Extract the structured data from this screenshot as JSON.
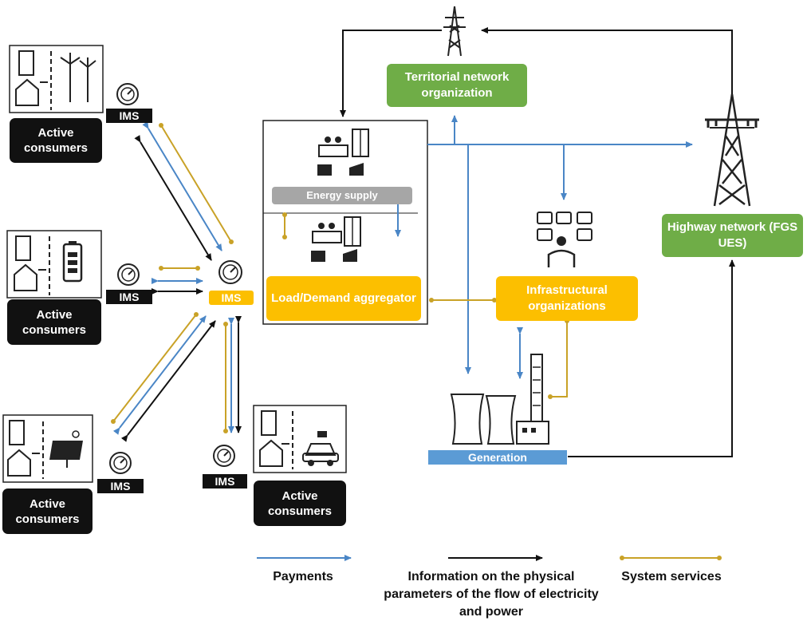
{
  "consumers": {
    "top_label": "Active consumers",
    "mid_label": "Active consumers",
    "bottom_left_label": "Active consumers",
    "bottom_center_label": "Active consumers"
  },
  "ims": {
    "top": "IMS",
    "mid": "IMS",
    "center": "IMS",
    "bottom_left": "IMS",
    "bottom_center": "IMS"
  },
  "nodes": {
    "territorial": "Territorial network organization",
    "energy_supply": "Energy supply",
    "aggregator": "Load/Demand aggregator",
    "infrastructural": "Infrastructural organizations",
    "highway": "Highway network (FGS UES)",
    "generation": "Generation"
  },
  "legend": {
    "payments": "Payments",
    "information": "Information on the physical parameters of the flow of electricity and power",
    "system_services": "System services"
  },
  "colors": {
    "payments": "#4a86c6",
    "information": "#111111",
    "system_services": "#c9a227",
    "green_box": "#6fad47",
    "yellow_box": "#fcbf00",
    "generation_bar": "#5b9bd5"
  }
}
